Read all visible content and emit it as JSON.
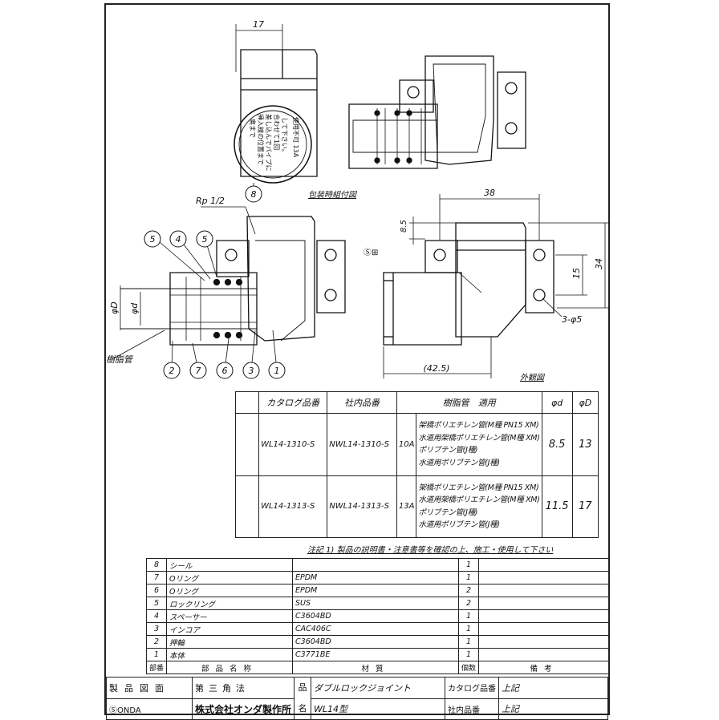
{
  "drawing": {
    "labels": {
      "package_view": "包装時組付図",
      "exterior_view": "外観図",
      "thread": "Rp 1/2",
      "resin_pipe": "樹脂管",
      "phi_d": "φd",
      "phi_D": "φD",
      "hole": "3-φ5",
      "mark": "Ⓢ⊞"
    },
    "dimensions": {
      "top_width": "17",
      "width_38": "38",
      "height_8_5": "8.5",
      "height_15": "15",
      "height_34": "34",
      "length_42_5": "(42.5)"
    },
    "balloons_top": [
      "5",
      "4",
      "5"
    ],
    "balloons_bottom": [
      "2",
      "7",
      "6",
      "3",
      "1"
    ],
    "balloon_seal": "8",
    "seal_text": [
      "奥まで",
      "挿入線の位置まで",
      "差し込んでパイプに",
      "合わせて1回",
      "して下さい。",
      "使用不可 13A"
    ]
  },
  "spec_table": {
    "headers": [
      "カタログ品番",
      "社内品番",
      "樹脂管　適用",
      "φd",
      "φD"
    ],
    "rows": [
      {
        "catalog": "WL14-1310-S",
        "internal": "NWL14-1310-S",
        "size": "10A",
        "pipes": [
          "架橋ポリエチレン管(M種 PN15 XM)",
          "水道用架橋ポリエチレン管(M種 XM)",
          "ポリブテン管(J種)",
          "水道用ポリブテン管(J種)"
        ],
        "d": "8.5",
        "D": "13"
      },
      {
        "catalog": "WL14-1313-S",
        "internal": "NWL14-1313-S",
        "size": "13A",
        "pipes": [
          "架橋ポリエチレン管(M種 PN15 XM)",
          "水道用架橋ポリエチレン管(M種 XM)",
          "ポリブテン管(J種)",
          "水道用ポリブテン管(J種)"
        ],
        "d": "11.5",
        "D": "17"
      }
    ]
  },
  "notes": "注記 1) 製品の説明書・注意書等を確認の上、施工・使用して下さい",
  "parts_list": {
    "rows": [
      {
        "no": "8",
        "name": "シール",
        "material": "",
        "qty": "1"
      },
      {
        "no": "7",
        "name": "Oリング",
        "material": "EPDM",
        "qty": "1"
      },
      {
        "no": "6",
        "name": "Oリング",
        "material": "EPDM",
        "qty": "2"
      },
      {
        "no": "5",
        "name": "ロックリング",
        "material": "SUS",
        "qty": "2"
      },
      {
        "no": "4",
        "name": "スペーサー",
        "material": "C3604BD",
        "qty": "1"
      },
      {
        "no": "3",
        "name": "インコア",
        "material": "CAC406C",
        "qty": "1"
      },
      {
        "no": "2",
        "name": "押輪",
        "material": "C3604BD",
        "qty": "1"
      },
      {
        "no": "1",
        "name": "本体",
        "material": "C3771BE",
        "qty": "1"
      }
    ],
    "header": {
      "no": "部番",
      "name": "部品名称",
      "material": "材質",
      "qty": "個数",
      "remarks": "備考"
    }
  },
  "title_block": {
    "projection_label": "製品図面",
    "projection_value": "第三角法",
    "product_name_label": "品名",
    "product_name": "ダブルロックジョイント",
    "model": "WL14型",
    "catalog_label": "カタログ品番",
    "catalog_value": "上記",
    "internal_label": "社内品番",
    "internal_value": "上記",
    "brand": "ⓈONDA",
    "company": "株式会社オンダ製作所"
  }
}
